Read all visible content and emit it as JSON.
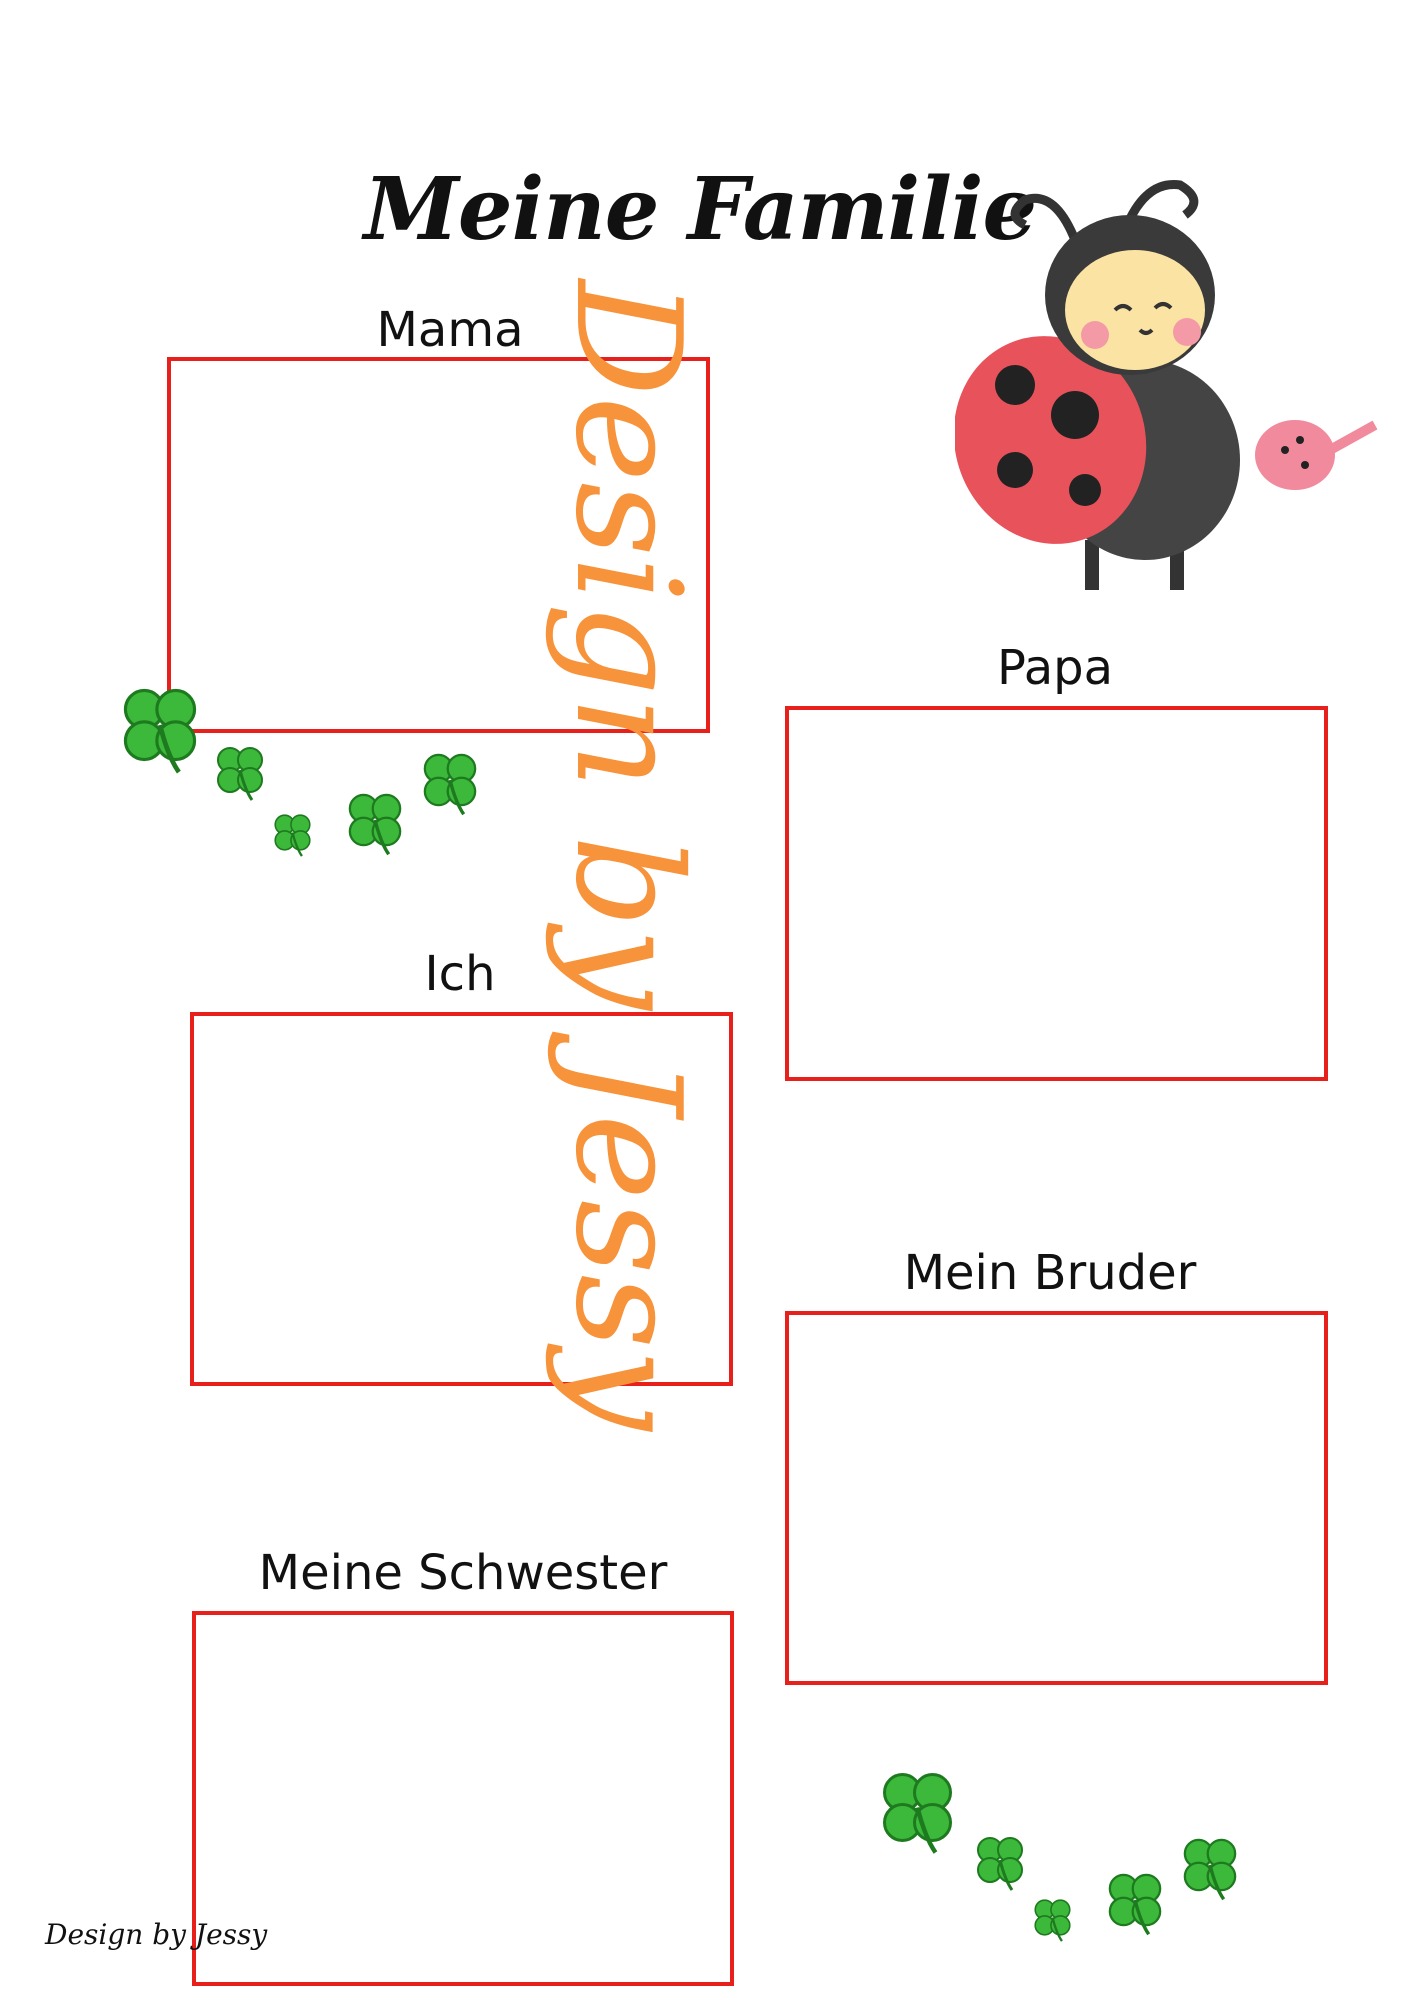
{
  "title": "Meine Familie",
  "frames": [
    {
      "label": "Mama"
    },
    {
      "label": "Papa"
    },
    {
      "label": "Ich"
    },
    {
      "label": "Mein Bruder"
    },
    {
      "label": "Meine Schwester"
    }
  ],
  "watermark": "Design by Jessy",
  "signature": "Design by Jessy",
  "colors": {
    "frame": "#e8201c",
    "watermark": "#f7933a",
    "clover": "#3cb83a"
  }
}
